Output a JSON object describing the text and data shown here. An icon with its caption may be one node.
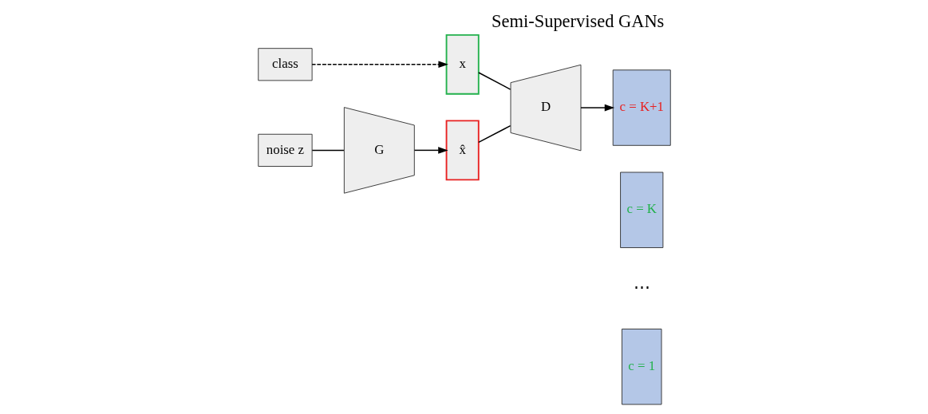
{
  "diagram": {
    "title": "Semi-Supervised GANs",
    "nodes": [
      {
        "text": [
          "class"
        ]
      },
      {
        "text": [
          "noise z"
        ]
      },
      {
        "text": [
          "x"
        ]
      },
      {
        "text": [
          "G"
        ]
      },
      {
        "text": [
          "x̂"
        ]
      },
      {
        "text": [
          "D"
        ]
      },
      {
        "text": [
          "c = K+1"
        ]
      },
      {
        "text": [
          "c = K"
        ]
      },
      {
        "text": [
          "c = 1"
        ]
      }
    ],
    "edges": [
      {
        "from": 0,
        "to": 2,
        "arrow": "to",
        "style": "dashed"
      },
      {
        "from": 1,
        "to": 3,
        "arrow": "none"
      },
      {
        "from": 3,
        "to": 4,
        "arrow": "to"
      },
      {
        "from": 2,
        "to": 5,
        "arrow": "none"
      },
      {
        "from": 4,
        "to": 5,
        "arrow": "none"
      },
      {
        "from": 5,
        "to": 6,
        "arrow": "to"
      }
    ],
    "labels": [
      "⋯"
    ]
  }
}
